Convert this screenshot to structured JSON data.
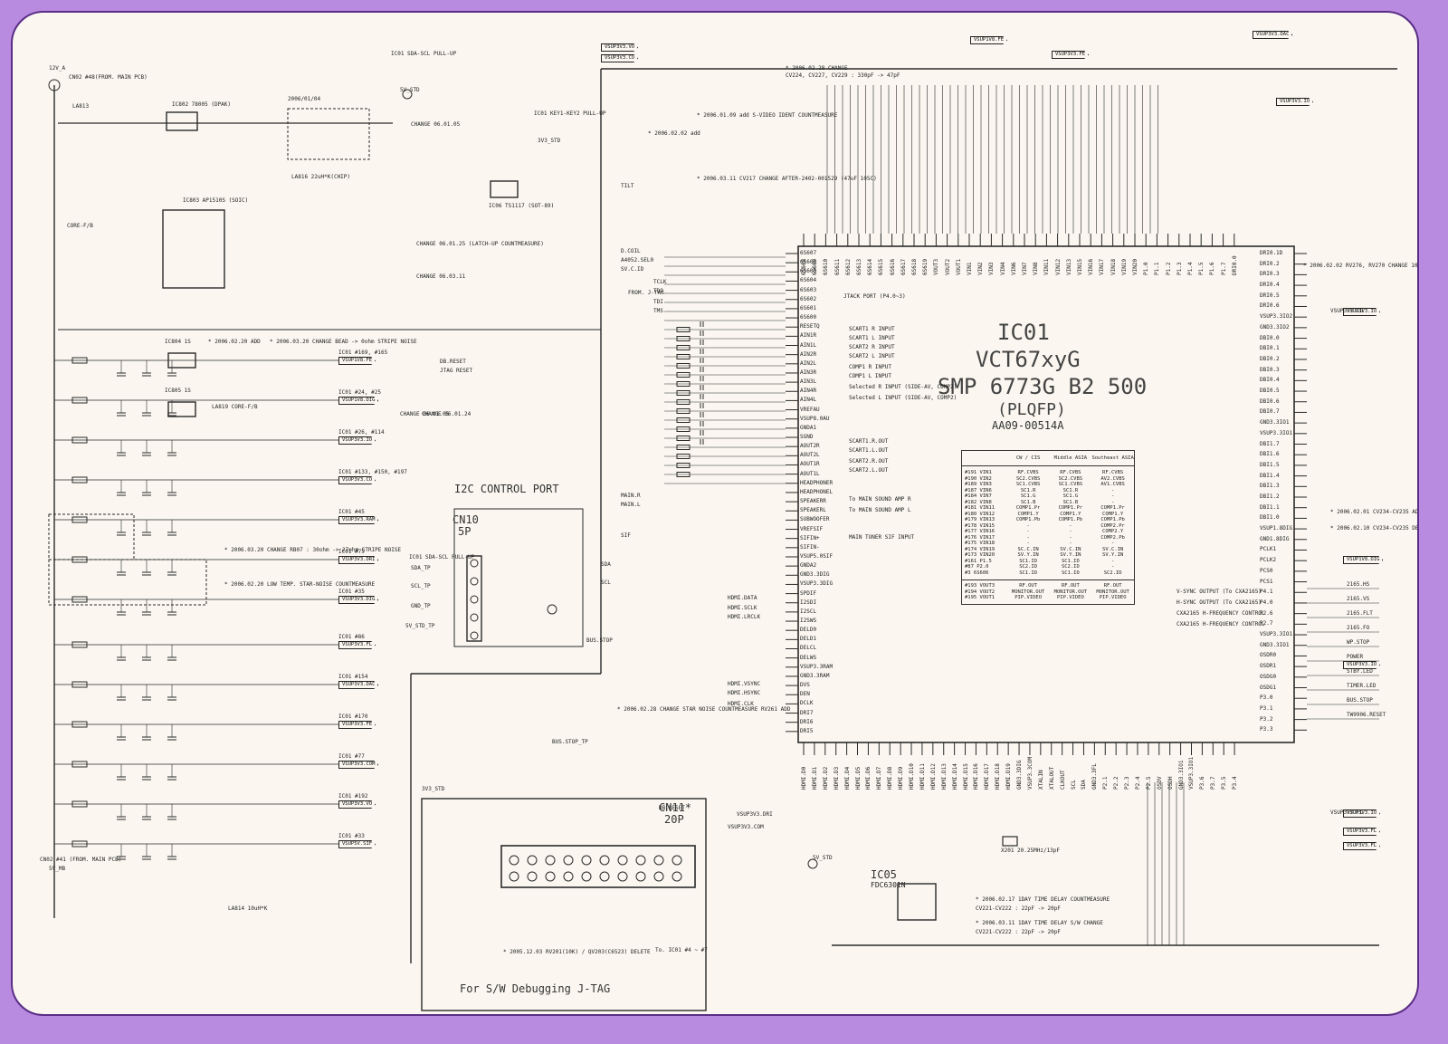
{
  "ic01": {
    "ref": "IC01",
    "part": "VCT67xyG",
    "sub": "SMP 6773G B2 500",
    "pkg": "(PLQFP)",
    "code": "AA09-00514A"
  },
  "ic05": {
    "ref": "IC05",
    "part": "FDC6301N"
  },
  "i2c_port": {
    "title": "I2C CONTROL PORT",
    "conn": "CN10",
    "pins": "5P"
  },
  "jtag": {
    "title": "For S/W Debugging J-TAG",
    "conn": "CN11*",
    "pins": "20P"
  },
  "ic_table": {
    "headers": [
      "",
      "CW / CIS",
      "Middle ASIA",
      "Southeast ASIA"
    ],
    "rows": [
      [
        "#191 VIN1",
        "RF.CVBS",
        "RF.CVBS",
        "RF.CVBS"
      ],
      [
        "#190 VIN2",
        "SC2.CVBS",
        "SC2.CVBS",
        "AV2.CVBS"
      ],
      [
        "#189 VIN3",
        "SC1.CVBS",
        "SC1.CVBS",
        "AV1.CVBS"
      ],
      [
        "#187 VIN6",
        "SC1.R",
        "SC1.R",
        "-"
      ],
      [
        "#184 VIN7",
        "SC1.G",
        "SC1.G",
        "-"
      ],
      [
        "#182 VIN8",
        "SC1.B",
        "SC1.B",
        "-"
      ],
      [
        "#181 VIN11",
        "COMP1.Pr",
        "COMP1.Pr",
        "COMP1.Pr"
      ],
      [
        "#180 VIN12",
        "COMP1.Y",
        "COMP1.Y",
        "COMP1.Y"
      ],
      [
        "#179 VIN13",
        "COMP1.Pb",
        "COMP1.Pb",
        "COMP1.Pb"
      ],
      [
        "#178 VIN15",
        "-",
        "-",
        "COMP2.Pr"
      ],
      [
        "#177 VIN16",
        "-",
        "-",
        "COMP2.Y"
      ],
      [
        "#176 VIN17",
        "-",
        "-",
        "COMP2.Pb"
      ],
      [
        "#175 VIN18",
        "-",
        "-",
        "-"
      ],
      [
        "#174 VIN19",
        "SC.C.IN",
        "SV.C.IN",
        "SV.C.IN"
      ],
      [
        "#173 VIN20",
        "SV.Y.IN",
        "SV.Y.IN",
        "SV.Y.IN"
      ],
      [
        "#161 P1.5",
        "SC1.ID",
        "SC1.ID",
        "-"
      ],
      [
        "#87 P2.0",
        "SC2.ID",
        "SC2.ID",
        "-"
      ],
      [
        "#3 6S606",
        "SC1.ID",
        "SC1.ID",
        "SC2.ID"
      ]
    ],
    "outs": [
      [
        "#193 VOUT3",
        "RF.OUT",
        "RF.OUT",
        "RF.OUT"
      ],
      [
        "#194 VOUT2",
        "MONITOR.OUT",
        "MONITOR.OUT",
        "MONITOR.OUT"
      ],
      [
        "#195 VOUT1",
        "PIP.VIDEO",
        "PIP.VIDEO",
        "PIP.VIDEO"
      ]
    ]
  },
  "left_nets": [
    "VSUP1V8.FE",
    "VSUP1V8.DIG",
    "VSUP3V3.IO",
    "VSUP3V3.CO",
    "VSUP3V3.RAM",
    "VSUP3V3.DRI",
    "VSUP3V3.DIG",
    "VSUP3V3.FL",
    "VSUP3V3.DAC",
    "VSUP3V3.FE",
    "VSUP3V3.COM",
    "VSUP3V3.VO",
    "VSUP5V.SIF"
  ],
  "left_net_notes": [
    "IC01 #169, #165",
    "IC01 #24, #25",
    "IC01 #26, #114",
    "IC01 #133, #150, #197",
    "IC01 #45",
    "IC01 #75",
    "IC01 #35",
    "IC01 #86",
    "IC01 #154",
    "IC01 #170",
    "IC01 #77",
    "IC01 #192",
    "IC01 #33"
  ],
  "top_nets": [
    "VSUP3V3.VO",
    "VSUP3V3.CO",
    "VSUP1V8.FE",
    "VSUP3V3.FE",
    "VSUP3V3.DAC",
    "VSUP3V3.IO"
  ],
  "right_nets": [
    "VSUP3V3.IO",
    "VSUP1V8.DIG",
    "VSUP3V3.IO",
    "VSUP3V3.IO",
    "VSUP3V3.FL",
    "VSUP3V3.FL"
  ],
  "right_outs": [
    "2165.HS",
    "2165.VS",
    "2165.FLT",
    "2165.FO",
    "WP.STOP",
    "POWER",
    "STBY.LED",
    "TIMER.LED",
    "BUS.STOP",
    "TW9906.RESET"
  ],
  "left_pins": [
    "6S607",
    "6S606",
    "6S605",
    "6S604",
    "6S603",
    "6S602",
    "6S601",
    "6S600",
    "RESETQ",
    "AIN1R",
    "AIN1L",
    "AIN2R",
    "AIN2L",
    "AIN3R",
    "AIN3L",
    "AIN4R",
    "AIN4L",
    "VREFAU",
    "VSUP8.0AU",
    "GNDA1",
    "SGND",
    "AOUT2R",
    "AOUT2L",
    "AOUT1R",
    "AOUT1L",
    "HEADPHONER",
    "HEADPHONEL",
    "SPEAKERR",
    "SPEAKERL",
    "SUBWOOFER",
    "VREFSIF",
    "SIFIN+",
    "SIFIN-",
    "VSUP5.0SIF",
    "GNDA2",
    "GND3.3DIG",
    "VSUP3.3DIG",
    "SPDIF",
    "I2SDI",
    "I2SCL",
    "I2SWS",
    "DELD0",
    "DELD1",
    "DELCL",
    "DELWS",
    "VSUP3.3RAM",
    "GND3.3RAM",
    "DVS",
    "DEN",
    "DCLK",
    "DRI7",
    "DRI6",
    "DRI5"
  ],
  "right_pins": [
    "DRI0.1D",
    "DRI0.2",
    "DRI0.3",
    "DRI0.4",
    "DRI0.5",
    "DRI0.6",
    "VSUP3.3IO2",
    "GND3.3IO2",
    "DBI0.0",
    "DBI0.1",
    "DBI0.2",
    "DBI0.3",
    "DBI0.4",
    "DBI0.5",
    "DBI0.6",
    "DBI0.7",
    "GND3.3IO1",
    "VSUP3.3IO1",
    "DBI1.7",
    "DBI1.6",
    "DBI1.5",
    "DBI1.4",
    "DBI1.3",
    "DBI1.2",
    "DBI1.1",
    "DBI1.0",
    "VSUP1.8DIG",
    "GND1.8DIG",
    "PCLK1",
    "PCLK2",
    "PCS0",
    "PCS1",
    "P4.1",
    "P4.0",
    "P2.6",
    "P2.7",
    "VSUP3.3IO1",
    "GND3.3IO1",
    "OSDR0",
    "OSDR1",
    "OSDG0",
    "OSDG1",
    "P3.0",
    "P3.1",
    "P3.2",
    "P3.3"
  ],
  "top_pins": [
    "6S608",
    "6S609",
    "6S610",
    "6S611",
    "6S612",
    "6S613",
    "6S614",
    "6S615",
    "6S616",
    "6S617",
    "6S618",
    "6S619",
    "VOUT3",
    "VOUT2",
    "VOUT1",
    "VIN1",
    "VIN2",
    "VIN3",
    "VIN4",
    "VIN6",
    "VIN7",
    "VIN8",
    "VIN11",
    "VIN12",
    "VIN13",
    "VIN15",
    "VIN16",
    "VIN17",
    "VIN18",
    "VIN19",
    "VIN20",
    "P1.0",
    "P1.1",
    "P1.2",
    "P1.3",
    "P1.4",
    "P1.5",
    "P1.6",
    "P1.7",
    "DRI0.0"
  ],
  "bottom_pins": [
    "HDMI.D0",
    "HDMI.D1",
    "HDMI.D2",
    "HDMI.D3",
    "HDMI.D4",
    "HDMI.D5",
    "HDMI.D6",
    "HDMI.D7",
    "HDMI.D8",
    "HDMI.D9",
    "HDMI.D10",
    "HDMI.D11",
    "HDMI.D12",
    "HDMI.D13",
    "HDMI.D14",
    "HDMI.D15",
    "HDMI.D16",
    "HDMI.D17",
    "HDMI.D18",
    "HDMI.D19",
    "GND3.3DIG",
    "VSUP3.3COM",
    "XTALIN",
    "XTALOUT",
    "CLKOUT",
    "SCL",
    "SDA",
    "GND3.3FL",
    "P2.1",
    "P2.2",
    "P2.3",
    "P2.4",
    "P2.5",
    "OSDV",
    "OSDH",
    "GND3.3IO1",
    "VSUP3.3IO1",
    "P3.6",
    "P3.7",
    "P3.5",
    "P3.4"
  ],
  "misc": [
    "12V_A",
    "CN02 #48(FROM. MAIN PCB)",
    "5V_STD",
    "IC01 SDA-SCL PULL-UP",
    "2006/01/04",
    "CORE-F/B",
    "LA813",
    "IC802 78005 (DPAK)",
    "IC803 AP1510S (SOIC)",
    "LA816 22uH*K(CHIP)",
    "CHANGE 06.01.05",
    "IC01 KEY1-KEY2 PULL-UP",
    "3V3_STD",
    "IC06 TS1117 (SOT-89)",
    "TILT",
    "D.COIL",
    "A4052.SEL0",
    "SV.C.ID",
    "FROM. J-TAG",
    "TCLK",
    "TDO",
    "TDI",
    "TMS",
    "JTAG RESET",
    "DB.RESET",
    "IC804 1S",
    "IC805 1S",
    "LA819 CORE-F/B",
    "CHANGE 06.01.05",
    "SCART1 R INPUT",
    "SCART1 L INPUT",
    "SCART2 R INPUT",
    "SCART2 L INPUT",
    "COMP1 R INPUT",
    "COMP1 L INPUT",
    "Selected R INPUT (SIDE-AV, COMP2)",
    "Selected L INPUT (SIDE-AV, COMP2)",
    "SCART1.R.OUT",
    "SCART1.L.OUT",
    "SCART2.R.OUT",
    "SCART2.L.OUT",
    "To MAIN SOUND AMP R",
    "To MAIN SOUND AMP L",
    "MAIN TUNER SIF INPUT",
    "MAIN.R",
    "MAIN.L",
    "SIF",
    "HDMI.DATA",
    "HDMI.SCLK",
    "HDMI.LRCLK",
    "HDMI.VSYNC",
    "HDMI.HSYNC",
    "HDMI.CLK",
    "SDA",
    "SCL",
    "BUS.STOP",
    "BUS.STOP_TP",
    "SDA_TP",
    "SCL_TP",
    "GND_TP",
    "5V_STD_TP",
    "IC01 SDA-SCL PULL-UP",
    "CN02 #41 (FROM. MAIN PCB)",
    "5V_MB",
    "LA814 10uH*K",
    "V-SYNC OUTPUT (To CXA2165)",
    "H-SYNC OUTPUT (To CXA2165)",
    "CXA2165 H-FREQUENCY CONTROL",
    "CXA2165 H-FREQUENCY CONTROL",
    "* 2006.02.01 CV234-CV235 ADD UNLIMITED COUNTMEASURE",
    "* 2006.02.10 CV234-CV235 DELETE",
    "X201 20.25MHz/13pF",
    "* 2006.02.17 1DAY TIME DELAY COUNTMEASURE",
    "CV221-CV222 : 22pF -> 20pF",
    "* 2006.03.11 1DAY TIME DELAY S/W CHANGE",
    "CV221-CV222 : 22pF -> 20pF",
    "* 2005.12.03 RV201(10K) / QV203(C6523) DELETE",
    "To. IC01 #4 ~ #7",
    "DB.RESET",
    "* 2006.02.28 CHANGE",
    "CV224, CV227, CV229 : 330pF -> 47pF",
    "JTACK PORT (P4.0~3)",
    "* 2006.03.11 CV217 CHANGE AFTER-2402-001529 (47uF 105C)",
    "* 2006.01.09 add S-VIDEO IDENT COUNTMEASURE",
    "* 2006.02.02 add",
    "CHANGE 06.01.25 (LATCH-UP COUNTMEASURE)",
    "CHANGE 06.03.11",
    "CHANGE 06.01.24",
    "* 2006.02.28 CHANGE STAR NOISE COUNTMEASURE RV261 ADD",
    "* 2006.03.20 CHANGE RB07 : 30ohm -> 27ohm STRIPE NOISE",
    "* 2006.02.20 LOW TEMP. STAR-NOISE COUNTMEASURE",
    "* 2006.02.20 ADD",
    "* 2006.03.20 CHANGE BEAD -> 0ohm STRIPE NOISE",
    "3V3_STD",
    "5V_STD",
    "VSUP3V3.DRI",
    "VSUP3V3.COM",
    "VSUP3V3.IO",
    "VSUP3V3.FL",
    "* 2006.02.02 RV276, RV270 CHANGE 100ohm -> 220ohm"
  ]
}
